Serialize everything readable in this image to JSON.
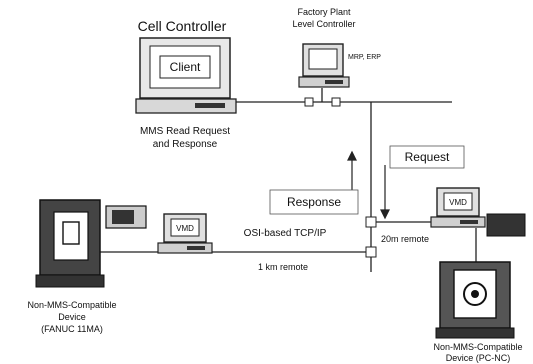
{
  "labels": {
    "cell_controller": "Cell Controller",
    "client": "Client",
    "factory_controller_line1": "Factory Plant",
    "factory_controller_line2": "Level Controller",
    "mrp_erp": "MRP, ERP",
    "mms_line1": "MMS Read Request",
    "mms_line2": "and Response",
    "request": "Request",
    "response": "Response",
    "vmd_left": "VMD",
    "vmd_right": "VMD",
    "tcp_ip": "OSI-based TCP/IP",
    "remote_1km": "1 km remote",
    "remote_20m": "20m remote",
    "left_device_line1": "Non-MMS-Compatible",
    "left_device_line2": "Device",
    "left_device_line3": "(FANUC 11MA)",
    "right_device_line1": "Non-MMS-Compatible",
    "right_device_line2": "Device (PC-NC)"
  }
}
